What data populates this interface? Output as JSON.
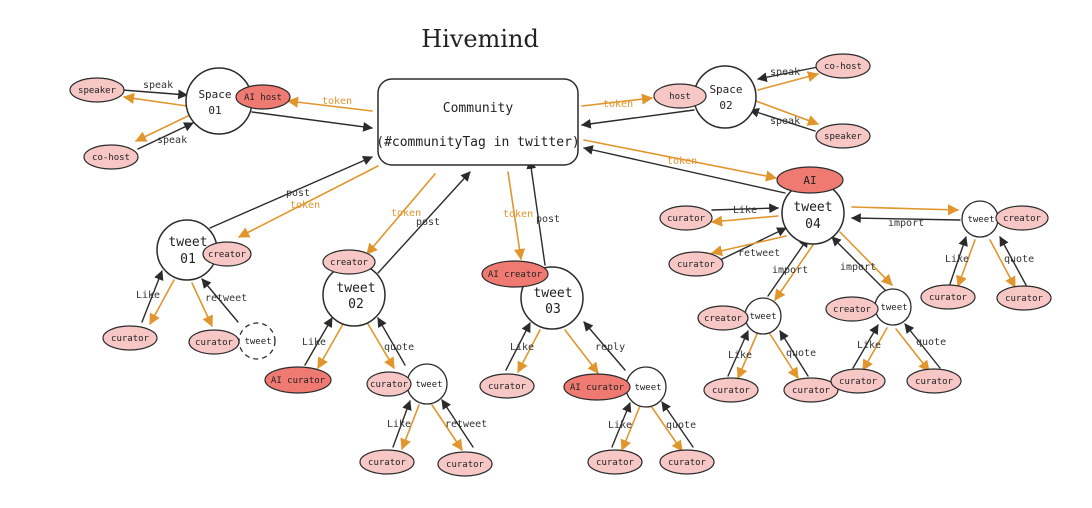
{
  "title": "Hivemind",
  "colors": {
    "pink": "#f6c7c5",
    "red": "#ef7a72",
    "orange": "#e0962d",
    "ink": "#2b2b2b"
  },
  "community": {
    "line1": "Community",
    "line2": "(#communityTag in twitter)"
  },
  "nodes": {
    "space01": {
      "line1": "Space",
      "line2": "01"
    },
    "space02": {
      "line1": "Space",
      "line2": "02"
    },
    "tweet01": {
      "line1": "tweet",
      "line2": "01"
    },
    "tweet02": {
      "line1": "tweet",
      "line2": "02"
    },
    "tweet03": {
      "line1": "tweet",
      "line2": "03"
    },
    "tweet04": {
      "line1": "tweet",
      "line2": "04"
    },
    "tweet_small": "tweet"
  },
  "pills": {
    "ai_host": "AI host",
    "speaker": "speaker",
    "co_host": "co-host",
    "host": "host",
    "ai": "AI",
    "creator": "creator",
    "curator": "curator",
    "ai_curator": "AI curator",
    "ai_creator": "AI creator"
  },
  "edge_labels": {
    "token": "token",
    "speak": "speak",
    "post": "post",
    "like": "Like",
    "retweet": "retweet",
    "quote": "quote",
    "reply": "reply",
    "import": "import"
  }
}
